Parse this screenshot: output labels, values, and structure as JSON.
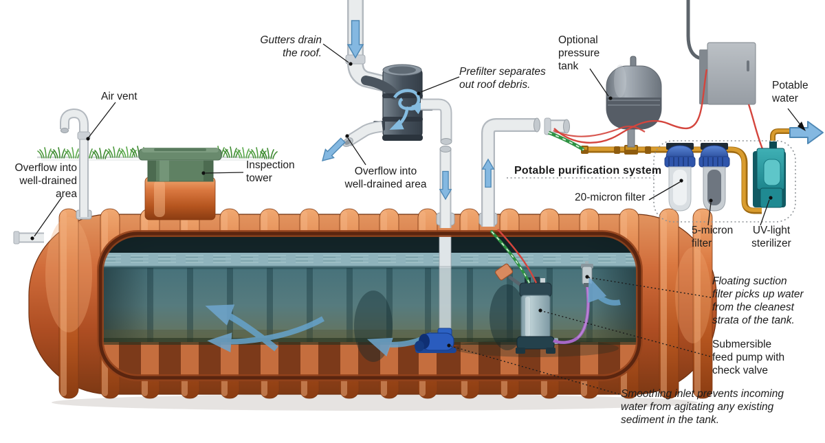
{
  "labels": {
    "air_vent": "Air vent",
    "overflow_left": "Overflow into\nwell-drained\narea",
    "inspection_tower": "Inspection\ntower",
    "gutters": "Gutters drain\nthe roof.",
    "prefilter": "Prefilter separates\nout roof debris.",
    "overflow_center": "Overflow into\nwell-drained area",
    "pressure_tank": "Optional\npressure\ntank",
    "potable_water": "Potable\nwater",
    "purification_system": "Potable purification system",
    "filter_20": "20-micron filter",
    "filter_5": "5-micron\nfilter",
    "uv_sterilizer": "UV-light\nsterilizer",
    "floating_filter": "Floating suction\nfilter picks up water\nfrom the cleanest\nstrata of the tank.",
    "feed_pump": "Submersible\nfeed pump with\ncheck valve",
    "smoothing_inlet": "Smoothing inlet prevents incoming\nwater from agitating any existing\nsediment in the tank."
  },
  "colors": {
    "tank_orange": "#c9663a",
    "tank_shadow": "#7e3914",
    "water_teal": "#4b767c",
    "inspection_green": "#5f8163",
    "grass_green": "#4f9b40",
    "pipe_white": "#e9eced",
    "flow_arrow_blue": "#84b8e1",
    "prefilter_gray": "#46515c",
    "copper_pipe": "#c8901f",
    "wire_red": "#d4453d",
    "cable_green": "#2f9243",
    "suction_hose_purple": "#a568c6",
    "filter_cap_blue": "#2f55ab",
    "uv_teal": "#2a9aa0",
    "pressure_tank_gray": "#8d949c",
    "label_text": "#1c1c1c"
  }
}
